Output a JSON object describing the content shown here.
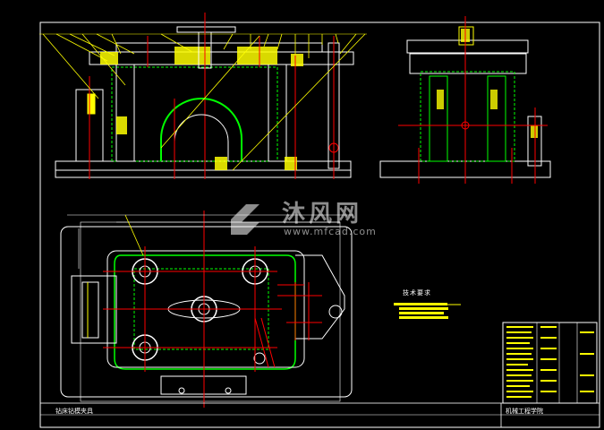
{
  "watermark": {
    "brand": "沐风网",
    "url": "www.mfcad.com"
  },
  "technical_requirements": {
    "title": "技术要求"
  },
  "title_block": {
    "left_caption": "钻床钻模夹具",
    "right_caption": "机械工程学院"
  },
  "colors": {
    "background": "#000000",
    "outline": "#ffffff",
    "centerline": "#ff0000",
    "hidden": "#00ff00",
    "section": "#ffff00",
    "leader": "#ffff00"
  }
}
